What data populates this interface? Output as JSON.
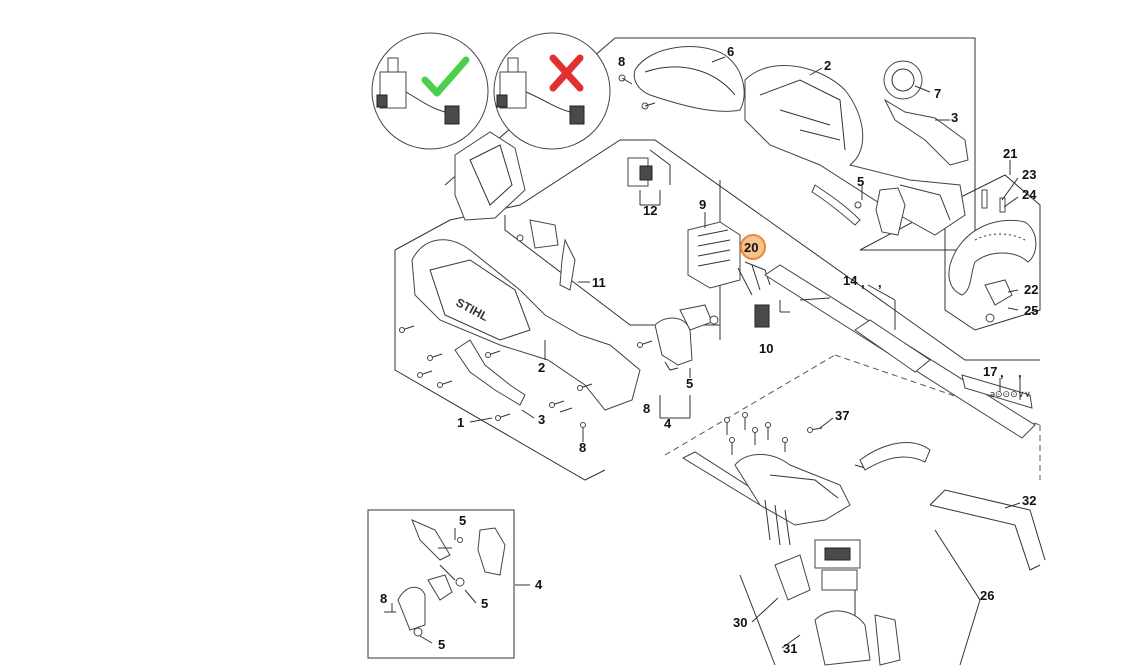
{
  "diagram": {
    "callouts": {
      "c8_top": "8",
      "c6": "6",
      "c2_top": "2",
      "c7": "7",
      "c3_top": "3",
      "c21": "21",
      "c23": "23",
      "c24": "24",
      "c5_top": "5",
      "c12": "12",
      "c9": "9",
      "c20": "20",
      "c11": "11",
      "c14": "14",
      "c14_sep": ",",
      "c14_sep2": ",",
      "c10": "10",
      "c22": "22",
      "c25": "25",
      "c17": "17",
      "c17_sep": ",",
      "c17_sep2": ",",
      "c2_mid": "2",
      "c5_mid": "5",
      "c8_mid": "8",
      "c4_mid": "4",
      "c1": "1",
      "c3_mid": "3",
      "c8_left": "8",
      "c37": "37",
      "c32": "32",
      "c26": "26",
      "c30": "30",
      "c31": "31",
      "c5_inset_a": "5",
      "c5_inset_b": "5",
      "c5_inset_c": "5",
      "c8_inset": "8",
      "c4_inset": "4"
    },
    "housing_logo": "STIHL",
    "colors": {
      "highlight_ring": "#e8893a",
      "check_mark": "#4cd04c",
      "cross_mark": "#e03030"
    },
    "icons": [
      "check-mark-icon",
      "cross-mark-icon"
    ]
  }
}
